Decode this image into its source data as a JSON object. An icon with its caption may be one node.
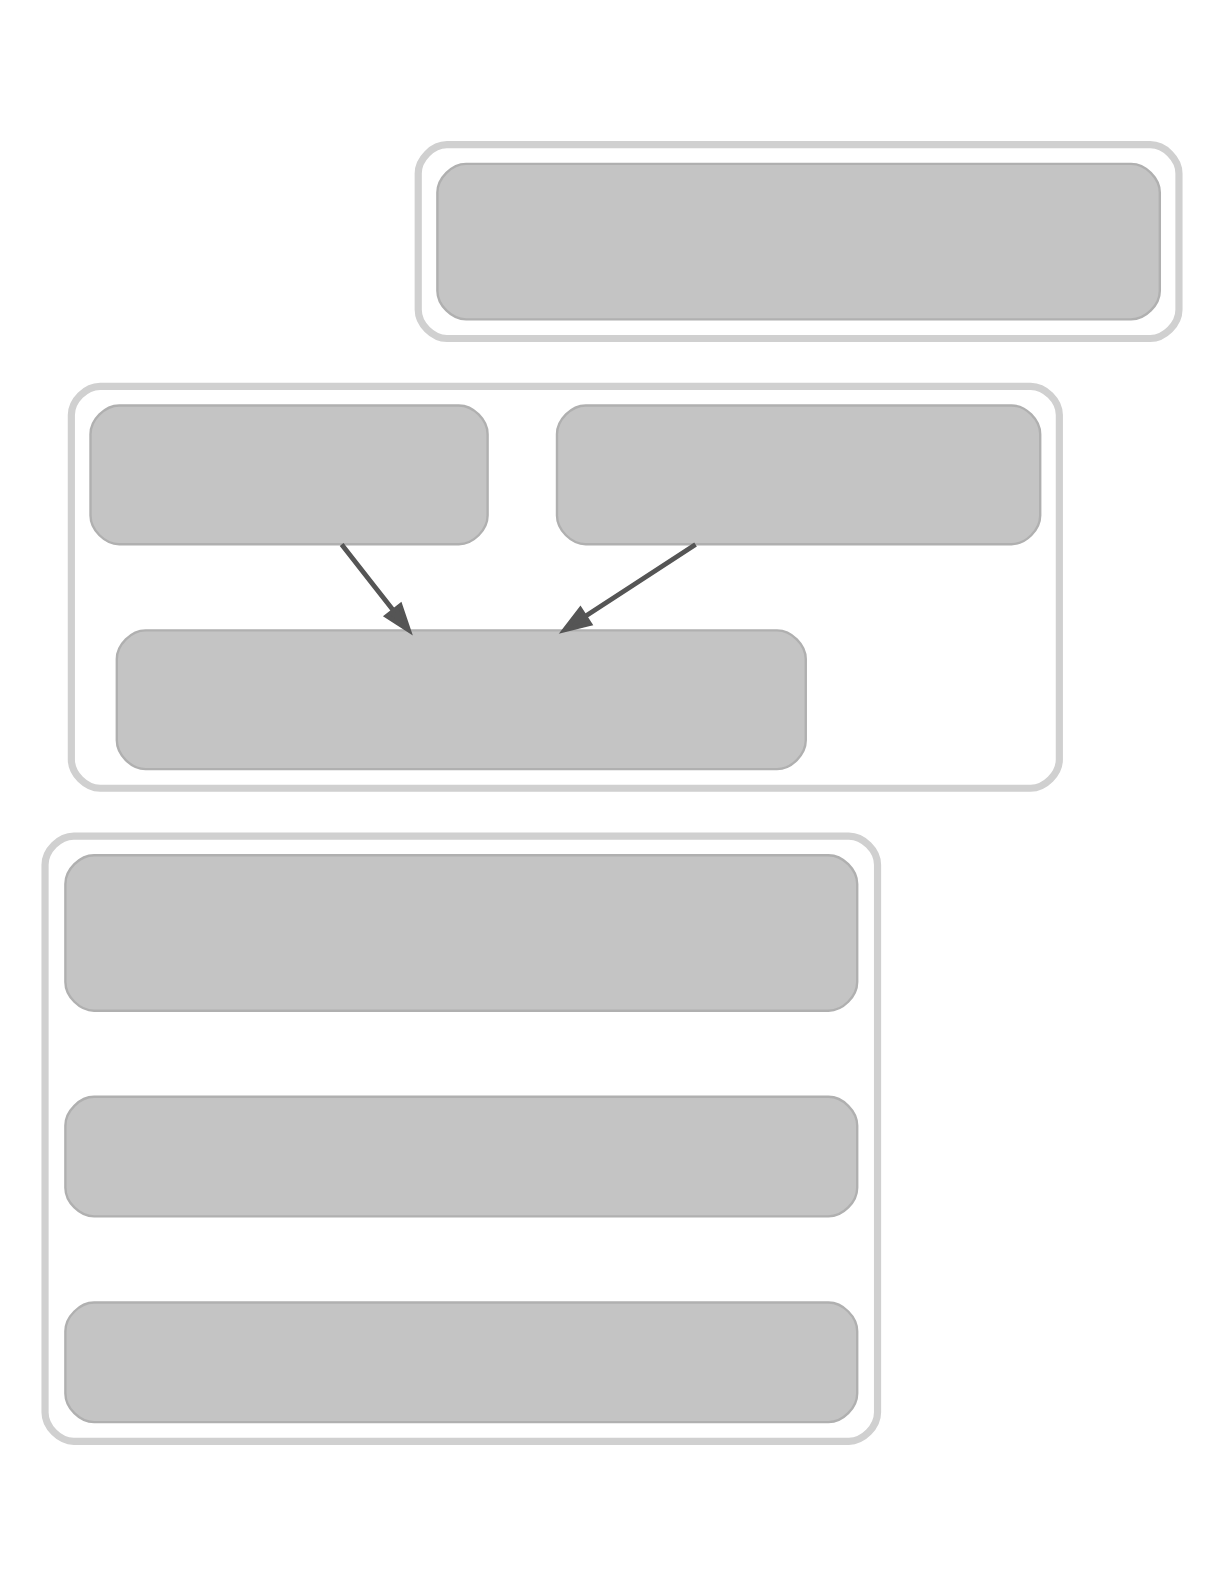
{
  "diagram": {
    "nodes": [
      {
        "text": [],
        "shape": "box"
      },
      {
        "text": [],
        "shape": "box",
        "in": 0
      },
      {
        "text": [],
        "shape": "box"
      },
      {
        "text": [],
        "shape": "box",
        "in": 2
      },
      {
        "text": [],
        "shape": "box",
        "in": 2
      },
      {
        "text": [],
        "shape": "box",
        "in": 2
      },
      {
        "text": [],
        "shape": "box"
      },
      {
        "text": [],
        "shape": "box",
        "in": 6
      },
      {
        "text": [],
        "shape": "box",
        "in": 6
      },
      {
        "text": [],
        "shape": "box",
        "in": 6
      }
    ],
    "edges": [
      {
        "from": 3,
        "to": 5,
        "arrow": "to"
      },
      {
        "from": 4,
        "to": 5,
        "arrow": "to"
      }
    ]
  }
}
